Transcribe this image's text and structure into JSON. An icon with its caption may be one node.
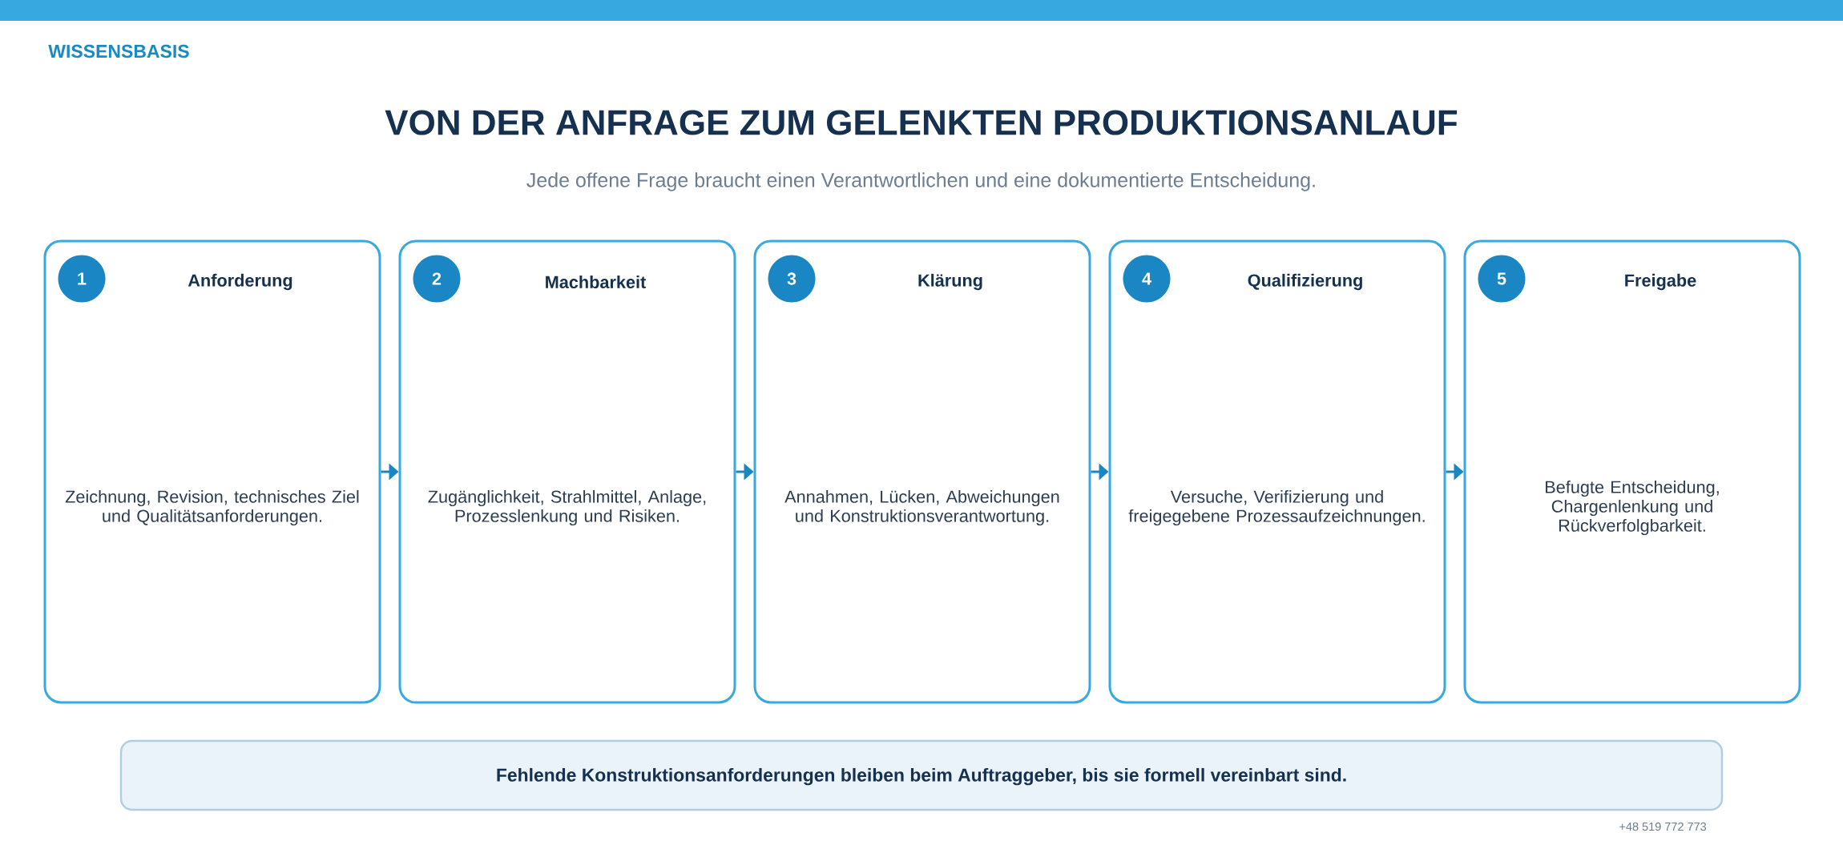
{
  "diagram": {
    "title": "VON DER ANFRAGE ZUM GELENKTEN PRODUKTIONSANLAUF",
    "nodes": [
      {
        "text": [],
        "shape": "bar"
      },
      {
        "text": [
          "Anforderung",
          "Zeichnung, Revision, technisches Ziel und Qualitätsanforderungen."
        ]
      },
      {
        "text": [
          "1"
        ],
        "in": 1
      },
      {
        "text": [
          "Machbarkeit",
          "Zugänglichkeit, Strahlmittel, Anlage, Prozesslenkung und Risiken."
        ]
      },
      {
        "text": [
          "2"
        ],
        "in": 3
      },
      {
        "text": [
          "Klärung",
          "Annahmen, Lücken, Abweichungen und Konstruktionsverantwortung."
        ]
      },
      {
        "text": [
          "3"
        ],
        "in": 5
      },
      {
        "text": [
          "Qualifizierung",
          "Versuche, Verifizierung und freigegebene Prozessaufzeichnungen."
        ]
      },
      {
        "text": [
          "4"
        ],
        "in": 7
      },
      {
        "text": [
          "Freigabe",
          "Befugte Entscheidung, Chargenlenkung und Rückverfolgbarkeit."
        ]
      },
      {
        "text": [
          "5"
        ],
        "in": 9
      },
      {
        "text": [
          "Fehlende Konstruktionsanforderungen bleiben beim Auftraggeber, bis sie formell vereinbart sind."
        ]
      }
    ],
    "edges": [
      {
        "from": 1,
        "to": 3,
        "arrow": "to"
      },
      {
        "from": 3,
        "to": 5,
        "arrow": "to"
      },
      {
        "from": 5,
        "to": 7,
        "arrow": "to"
      },
      {
        "from": 7,
        "to": 9,
        "arrow": "to"
      }
    ],
    "labels": [
      "WISSENSBASIS",
      "Jede offene Frage braucht einen Verantwortlichen und eine dokumentierte Entscheidung.",
      "+48 519 772 773"
    ]
  }
}
